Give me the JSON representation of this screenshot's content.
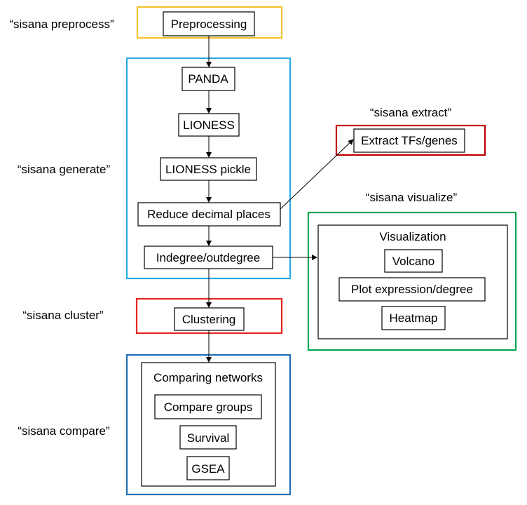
{
  "commands": {
    "preprocess": "“sisana preprocess”",
    "generate": "“sisana generate”",
    "extract": "“sisana extract”",
    "visualize": "“sisana visualize”",
    "cluster": "“sisana cluster”",
    "compare": "“sisana compare”"
  },
  "steps": {
    "preprocessing": "Preprocessing",
    "panda": "PANDA",
    "lioness": "LIONESS",
    "lioness_pickle": "LIONESS pickle",
    "reduce_decimal": "Reduce decimal places",
    "degree": "Indegree/outdegree",
    "extract": "Extract TFs/genes",
    "visualization": "Visualization",
    "volcano": "Volcano",
    "plot_expression": "Plot expression/degree",
    "heatmap": "Heatmap",
    "clustering": "Clustering",
    "comparing_networks": "Comparing networks",
    "compare_groups": "Compare groups",
    "survival": "Survival",
    "gsea": "GSEA"
  },
  "colors": {
    "preprocess": "#f5c12e",
    "generate": "#29abe2",
    "extract": "#c00000",
    "visualize": "#00a850",
    "cluster": "#e52420",
    "compare": "#1f6fb5"
  }
}
